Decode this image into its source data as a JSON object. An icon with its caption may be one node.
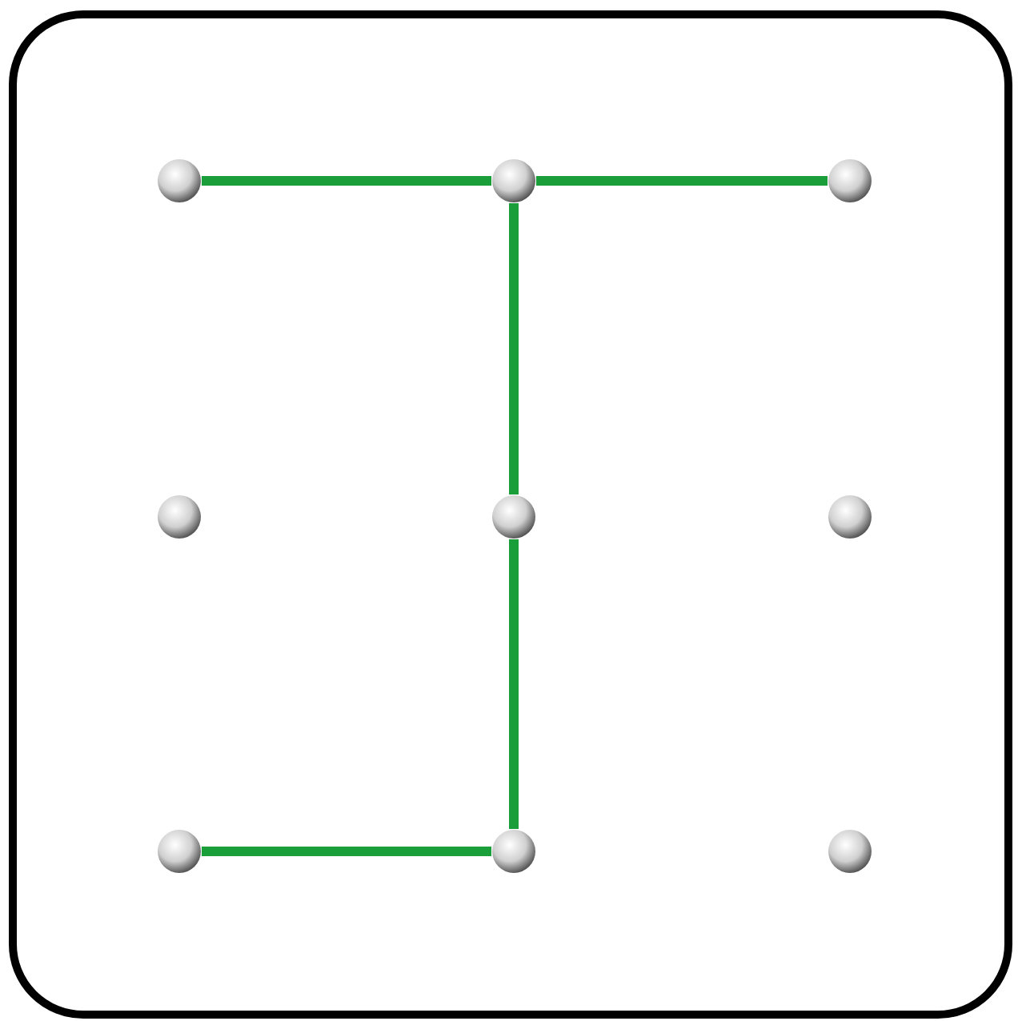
{
  "diagram": {
    "nodes": [
      {
        "text": [],
        "shape": "circle"
      },
      {
        "text": [],
        "shape": "circle"
      },
      {
        "text": [],
        "shape": "circle"
      },
      {
        "text": [],
        "shape": "circle"
      },
      {
        "text": [],
        "shape": "circle"
      },
      {
        "text": [],
        "shape": "circle"
      },
      {
        "text": [],
        "shape": "circle"
      },
      {
        "text": [],
        "shape": "circle"
      },
      {
        "text": [],
        "shape": "circle"
      }
    ],
    "edges": [
      {
        "from": 0,
        "to": 1,
        "arrow": "none"
      },
      {
        "from": 1,
        "to": 2,
        "arrow": "none"
      },
      {
        "from": 1,
        "to": 4,
        "arrow": "none"
      },
      {
        "from": 4,
        "to": 7,
        "arrow": "none"
      },
      {
        "from": 7,
        "to": 6,
        "arrow": "none"
      }
    ]
  }
}
